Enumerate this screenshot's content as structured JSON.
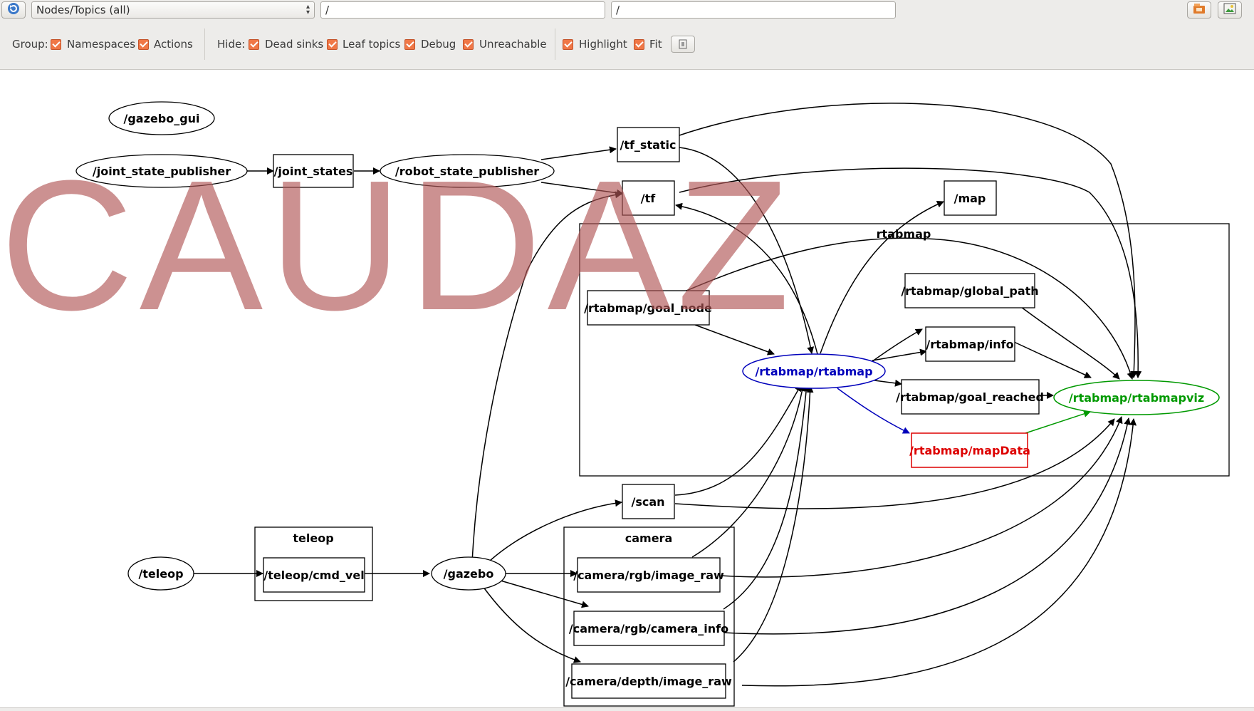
{
  "toolbar": {
    "view_mode": "Nodes/Topics (all)",
    "node_filter": "/",
    "topic_filter": "/",
    "group_label": "Group:",
    "hide_label": "Hide:",
    "checkboxes": {
      "namespaces": "Namespaces",
      "actions": "Actions",
      "dead_sinks": "Dead sinks",
      "leaf_topics": "Leaf topics",
      "debug": "Debug",
      "unreachable": "Unreachable",
      "highlight": "Highlight",
      "fit": "Fit"
    }
  },
  "graph": {
    "clusters": {
      "rtabmap": "rtabmap",
      "teleop": "teleop",
      "camera": "camera"
    },
    "nodes": {
      "gazebo_gui": "/gazebo_gui",
      "joint_state_publisher": "/joint_state_publisher",
      "robot_state_publisher": "/robot_state_publisher",
      "rtabmap_rtabmap": "/rtabmap/rtabmap",
      "rtabmap_rtabmapviz": "/rtabmap/rtabmapviz",
      "teleop": "/teleop",
      "gazebo": "/gazebo"
    },
    "topics": {
      "joint_states": "/joint_states",
      "tf_static": "/tf_static",
      "tf": "/tf",
      "map": "/map",
      "goal_node": "/rtabmap/goal_node",
      "global_path": "/rtabmap/global_path",
      "info": "/rtabmap/info",
      "goal_reached": "/rtabmap/goal_reached",
      "mapData": "/rtabmap/mapData",
      "scan": "/scan",
      "cmd_vel": "/teleop/cmd_vel",
      "rgb_image_raw": "/camera/rgb/image_raw",
      "rgb_camera_info": "/camera/rgb/camera_info",
      "depth_image_raw": "/camera/depth/image_raw"
    },
    "colors": {
      "highlight_selected": "#0000bb",
      "highlight_target": "#009900",
      "highlight_source_topic": "#dd0000",
      "default": "#000000"
    }
  },
  "watermark": "CAUDAZ",
  "icons": {
    "refresh": "refresh-icon",
    "save_dot": "save-dot-icon",
    "save_image": "save-image-icon",
    "fit_action": "fit-in-view-icon"
  }
}
